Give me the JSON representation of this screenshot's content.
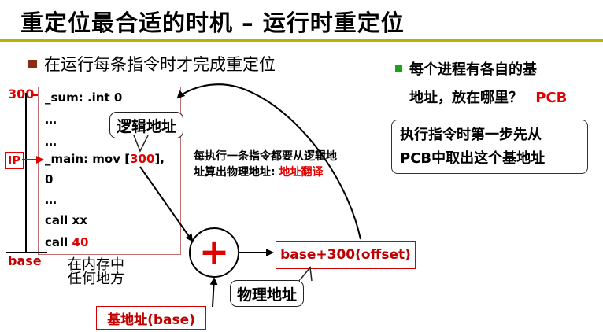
{
  "title": "重定位最合适的时机 – 运行时重定位",
  "bullet_main": "在运行每条指令时才完成重定位",
  "right": {
    "bullet_line1": "每个进程有各自的基",
    "bullet_line2": "地址，放在哪里？",
    "pcb": "PCB",
    "box_line1": "执行指令时第一步先从",
    "box_line2": "PCB中取出这个基地址"
  },
  "memory": {
    "addr_label": "300",
    "ip_label": "IP",
    "base_label": "base",
    "rows": [
      "_sum:  .int  0",
      "…",
      "…",
      "0",
      "…",
      "call xx"
    ],
    "main_prefix": "_main: mov [",
    "main_addr": "300",
    "main_suffix": "],",
    "call40_prefix": "call ",
    "call40_value": "40"
  },
  "logical_addr_label": "逻辑地址",
  "note_line1": "每执行一条指令都要从逻辑地",
  "note_line2_prefix": "址算出物理地址: ",
  "note_line2_red": "地址翻译",
  "plus_symbol": "+",
  "result_box": "base+300(offset)",
  "physical_addr_label": "物理地址",
  "base_box": "基地址(base)",
  "mem_location_line1": "在内存中",
  "mem_location_line2": "任何地方",
  "colors": {
    "accent_red": "#e00000",
    "title_rule": "#b8b300",
    "bullet_brown": "#8a2c10",
    "bullet_green": "#1aa318"
  }
}
